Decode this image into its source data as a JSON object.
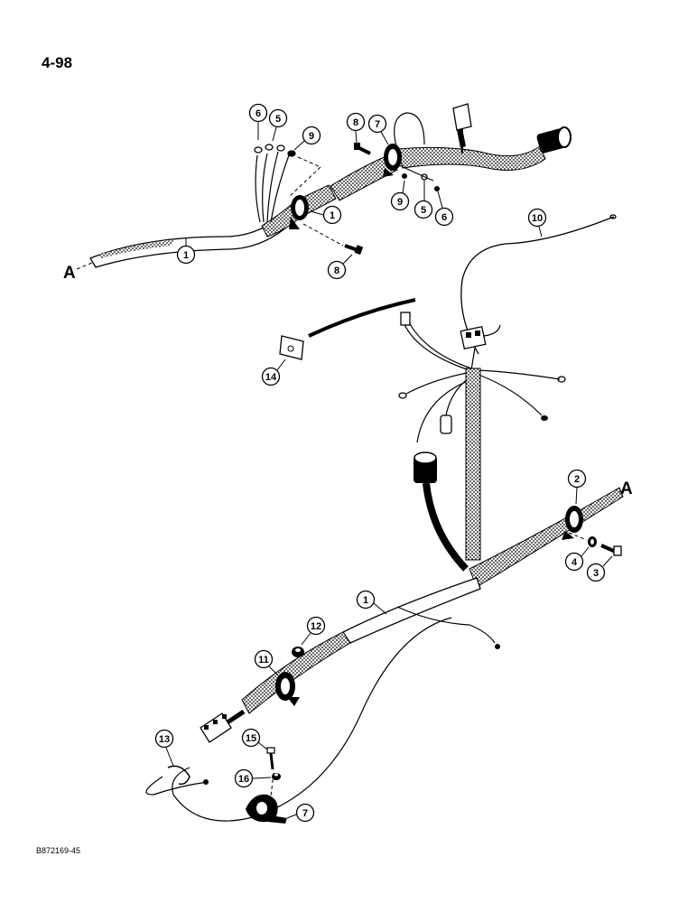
{
  "page_number": "4-98",
  "figure_code": "B872169-45",
  "connection_labels": {
    "left": "A",
    "right": "A"
  },
  "callouts": [
    {
      "id": "c6a",
      "label": "6"
    },
    {
      "id": "c5a",
      "label": "5"
    },
    {
      "id": "c9a",
      "label": "9"
    },
    {
      "id": "c8a",
      "label": "8"
    },
    {
      "id": "c7a",
      "label": "7"
    },
    {
      "id": "c1a",
      "label": "1"
    },
    {
      "id": "c1b",
      "label": "1"
    },
    {
      "id": "c8b",
      "label": "8"
    },
    {
      "id": "c9b",
      "label": "9"
    },
    {
      "id": "c5b",
      "label": "5"
    },
    {
      "id": "c6b",
      "label": "6"
    },
    {
      "id": "c10",
      "label": "10"
    },
    {
      "id": "c14",
      "label": "14"
    },
    {
      "id": "c2",
      "label": "2"
    },
    {
      "id": "c4",
      "label": "4"
    },
    {
      "id": "c3",
      "label": "3"
    },
    {
      "id": "c1c",
      "label": "1"
    },
    {
      "id": "c12",
      "label": "12"
    },
    {
      "id": "c11",
      "label": "11"
    },
    {
      "id": "c13",
      "label": "13"
    },
    {
      "id": "c15",
      "label": "15"
    },
    {
      "id": "c16",
      "label": "16"
    },
    {
      "id": "c7b",
      "label": "7"
    }
  ]
}
